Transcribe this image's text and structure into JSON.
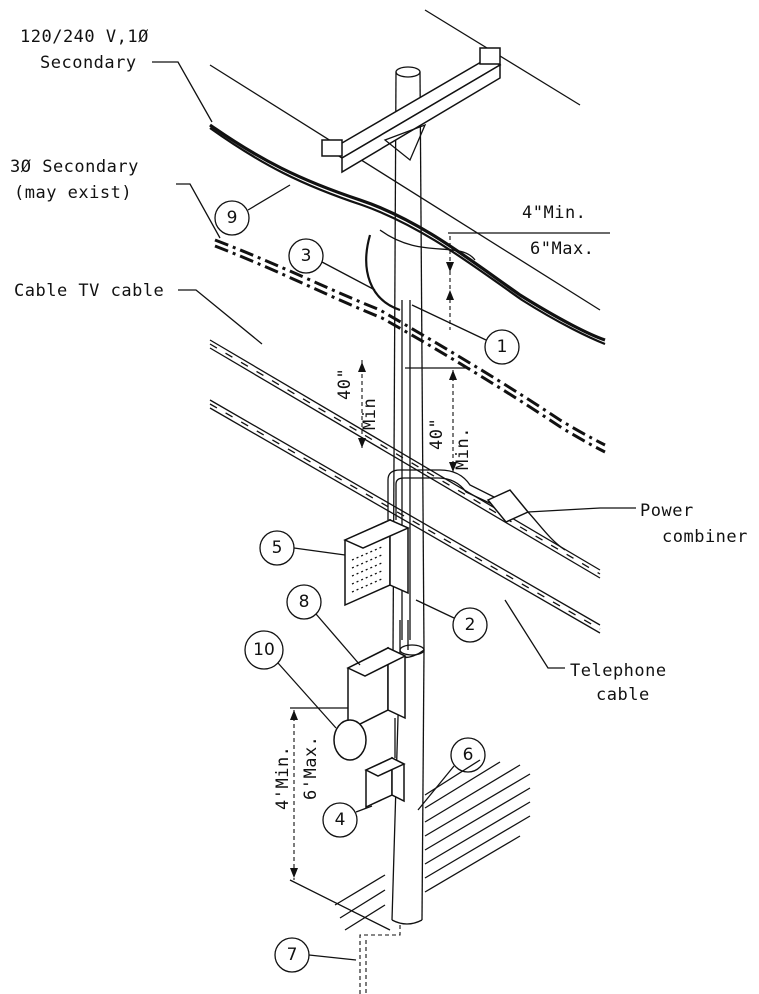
{
  "labels": {
    "secondary_1ph_line1": "120/240 V,1Ø",
    "secondary_1ph_line2": "Secondary",
    "secondary_3ph_line1": "3Ø Secondary",
    "secondary_3ph_line2": "(may exist)",
    "cable_tv": "Cable TV cable",
    "power_combiner_line1": "Power",
    "power_combiner_line2": "combiner",
    "telephone_line1": "Telephone",
    "telephone_line2": "cable"
  },
  "dimensions": {
    "top_min": "4\"Min.",
    "top_max": "6\"Max.",
    "left_40_min_val": "40\"",
    "left_40_min_unit": "Min",
    "right_40_min_val": "40\"",
    "right_40_min_unit": "Min.",
    "bottom_min": "4'Min.",
    "bottom_max": "6'Max."
  },
  "callouts": [
    "1",
    "2",
    "3",
    "4",
    "5",
    "6",
    "7",
    "8",
    "9",
    "10"
  ]
}
